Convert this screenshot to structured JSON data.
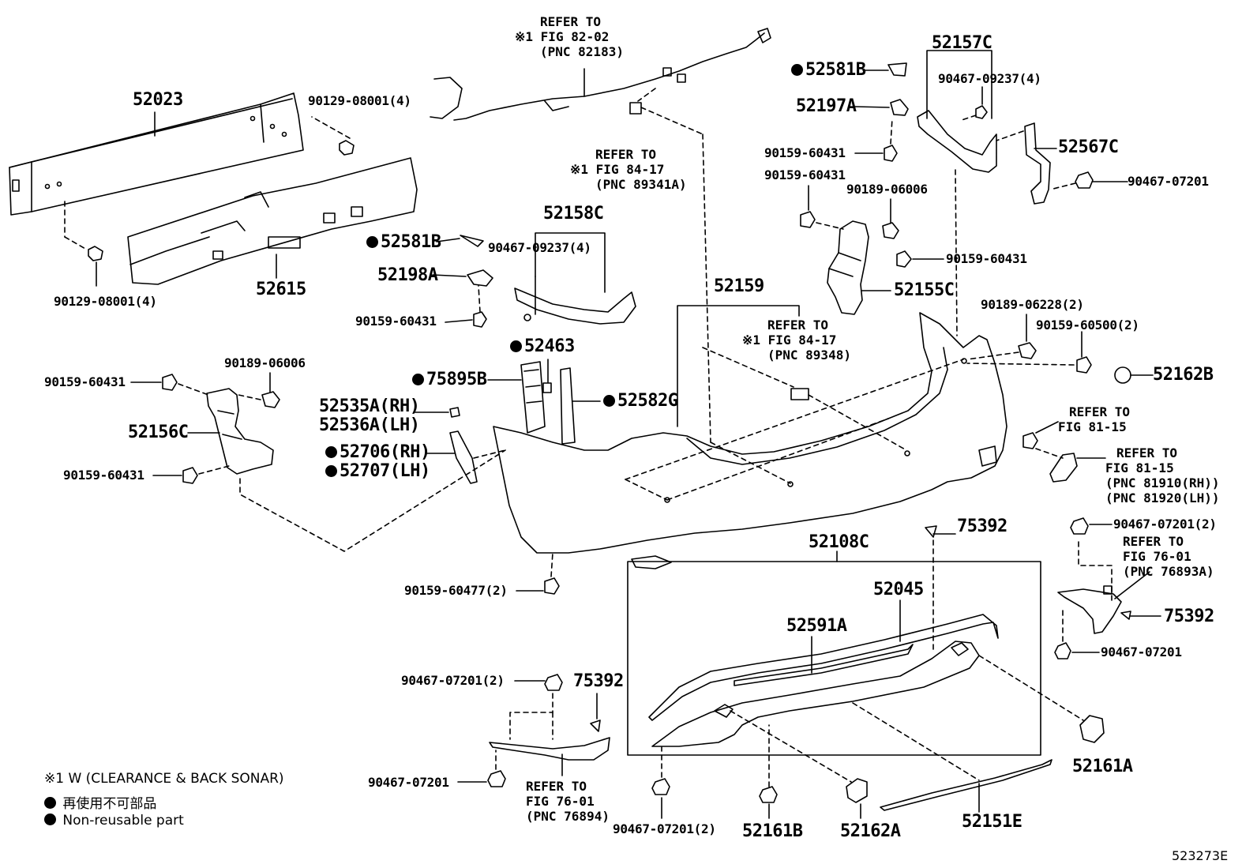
{
  "figure_id": "523273E",
  "labels": {
    "p52023": "52023",
    "p52615": "52615",
    "p90129_top": "90129-08001(4)",
    "p90129_bot": "90129-08001(4)",
    "ref_82_02": [
      "REFER TO",
      "※1 FIG 82-02",
      "(PNC 82183)"
    ],
    "ref_84_17a": [
      "REFER TO",
      "※1 FIG 84-17",
      "(PNC 89341A)"
    ],
    "p52158C": "52158C",
    "p52581B_mid": "52581B",
    "p90467_09237_mid": "90467-09237(4)",
    "p52198A": "52198A",
    "p90159_60431_mid": "90159-60431",
    "p52159": "52159",
    "ref_84_17b": [
      "REFER TO",
      "※1 FIG 84-17",
      "(PNC 89348)"
    ],
    "p52581B_right": "52581B",
    "p52197A": "52197A",
    "p90159_60431_r1": "90159-60431",
    "p90159_60431_r2": "90159-60431",
    "p90189_06006_r": "90189-06006",
    "p90159_60431_r3": "90159-60431",
    "p52155C": "52155C",
    "p52157C": "52157C",
    "p90467_09237_r": "90467-09237(4)",
    "p52567C": "52567C",
    "p90467_07201_r": "90467-07201",
    "p90189_06228": "90189-06228(2)",
    "p90159_60500": "90159-60500(2)",
    "p52162B": "52162B",
    "ref_81_15a": [
      "REFER TO",
      "FIG 81-15"
    ],
    "ref_81_15b": [
      "REFER TO",
      "FIG 81-15",
      "(PNC 81910(RH))",
      "(PNC 81920(LH))"
    ],
    "p52463": "52463",
    "p75895B": "75895B",
    "p52582G": "52582G",
    "p52535A": "52535A(RH)",
    "p52536A": "52536A(LH)",
    "p52706": "52706(RH)",
    "p52707": "52707(LH)",
    "p90159_60431_l1": "90159-60431",
    "p90189_06006_l": "90189-06006",
    "p52156C": "52156C",
    "p90159_60431_l2": "90159-60431",
    "p90159_60477": "90159-60477(2)",
    "p75392_top": "75392",
    "p52108C": "52108C",
    "p90467_07201_2r": "90467-07201(2)",
    "ref_76_01a": [
      "REFER TO",
      "FIG 76-01",
      "(PNC 76893A)"
    ],
    "p75392_right": "75392",
    "p90467_07201_r2": "90467-07201",
    "p52045": "52045",
    "p52591A": "52591A",
    "p52161A": "52161A",
    "p90467_07201_2l": "90467-07201(2)",
    "p75392_left": "75392",
    "p90467_07201_l": "90467-07201",
    "ref_76_01b": [
      "REFER TO",
      "FIG 76-01",
      "(PNC 76894)"
    ],
    "p90467_07201_2b": "90467-07201(2)",
    "p52161B": "52161B",
    "p52162A": "52162A",
    "p52151E": "52151E"
  },
  "notes": {
    "note1": "※1 W (CLEARANCE & BACK SONAR)",
    "note2_jp": "再使用不可部品",
    "note3_en": "Non-reusable part"
  }
}
